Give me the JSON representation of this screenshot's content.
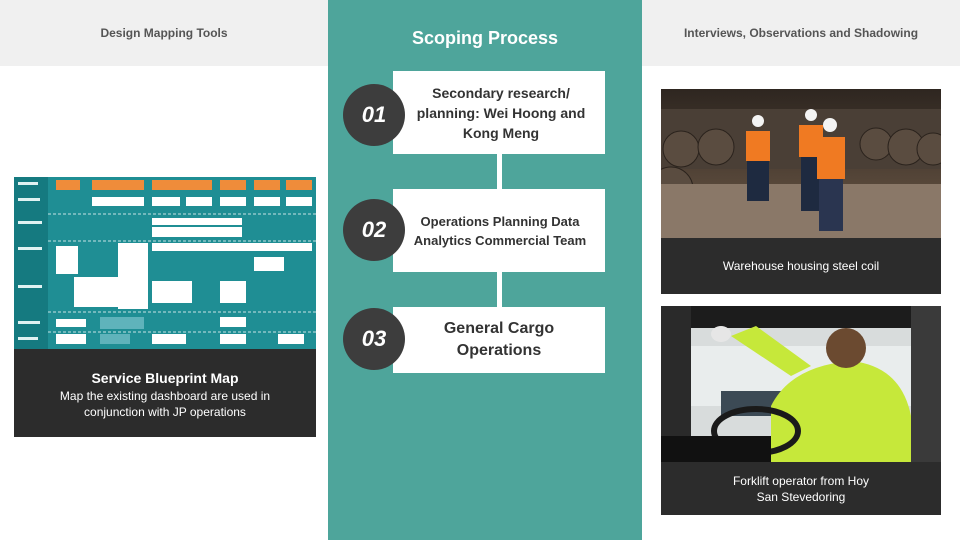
{
  "left": {
    "header": "Design Mapping Tools",
    "caption_title": "Service Blueprint Map",
    "caption_text": "Map  the existing dashboard are used in conjunction with JP operations"
  },
  "center": {
    "title": "Scoping Process",
    "steps": [
      {
        "number": "01",
        "text": "Secondary research/ planning:  Wei Hoong and Kong Meng"
      },
      {
        "number": "02",
        "text": "Operations Planning  Data Analytics Commercial Team"
      },
      {
        "number": "03",
        "text": "General Cargo Operations"
      }
    ]
  },
  "right": {
    "header": "Interviews, Observations and Shadowing",
    "photo1_caption": "Warehouse housing steel coil",
    "photo2_caption": "Forklift operator from Hoy San Stevedoring"
  },
  "colors": {
    "teal": "#4ea59b",
    "dark": "#2c2c2c",
    "header_bg": "#f0f0f0",
    "orange": "#ef8c3a"
  }
}
